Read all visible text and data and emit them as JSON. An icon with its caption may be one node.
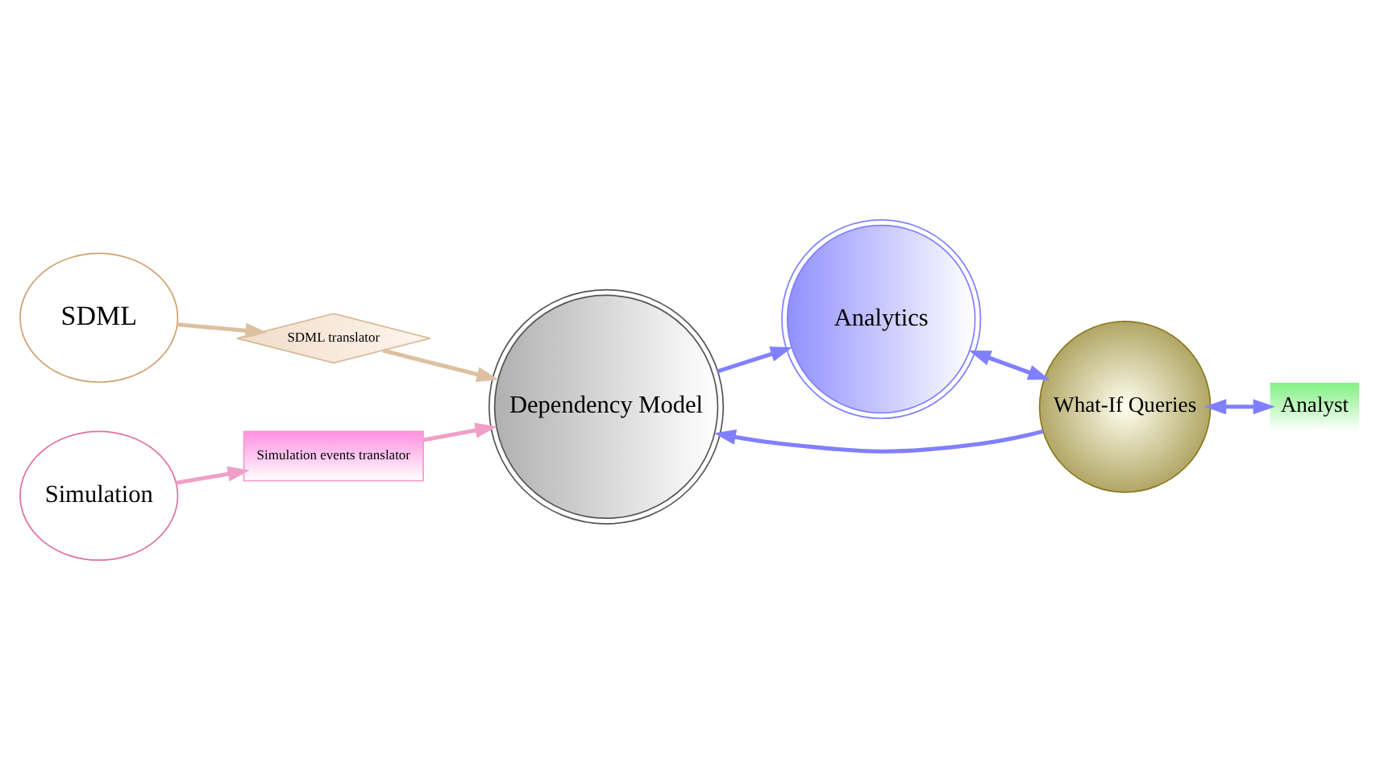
{
  "diagram": {
    "nodes": [
      {
        "text": [
          "SDML"
        ]
      },
      {
        "text": [
          "Simulation"
        ]
      },
      {
        "text": [
          "SDML translator"
        ]
      },
      {
        "text": [
          "Simulation events translator"
        ]
      },
      {
        "text": [
          "Analytics"
        ]
      },
      {
        "text": [
          "Dependency Model"
        ]
      },
      {
        "text": [
          "What-If Queries"
        ]
      },
      {
        "text": [
          "Analyst"
        ]
      }
    ],
    "edges": [
      {
        "from": 0,
        "to": 2,
        "arrow": "to",
        "color": "#dcc0a0"
      },
      {
        "from": 2,
        "to": 5,
        "arrow": "to",
        "color": "#dcc0a0"
      },
      {
        "from": 1,
        "to": 3,
        "arrow": "to",
        "color": "#f0a0c8"
      },
      {
        "from": 3,
        "to": 5,
        "arrow": "to",
        "color": "#f0a0c8"
      },
      {
        "from": 5,
        "to": 4,
        "arrow": "to",
        "color": "#8080ff"
      },
      {
        "from": 4,
        "to": 6,
        "arrow": "both",
        "color": "#8080ff"
      },
      {
        "from": 6,
        "to": 5,
        "arrow": "to",
        "color": "#8080ff"
      },
      {
        "from": 6,
        "to": 7,
        "arrow": "both",
        "color": "#8080ff"
      }
    ]
  }
}
